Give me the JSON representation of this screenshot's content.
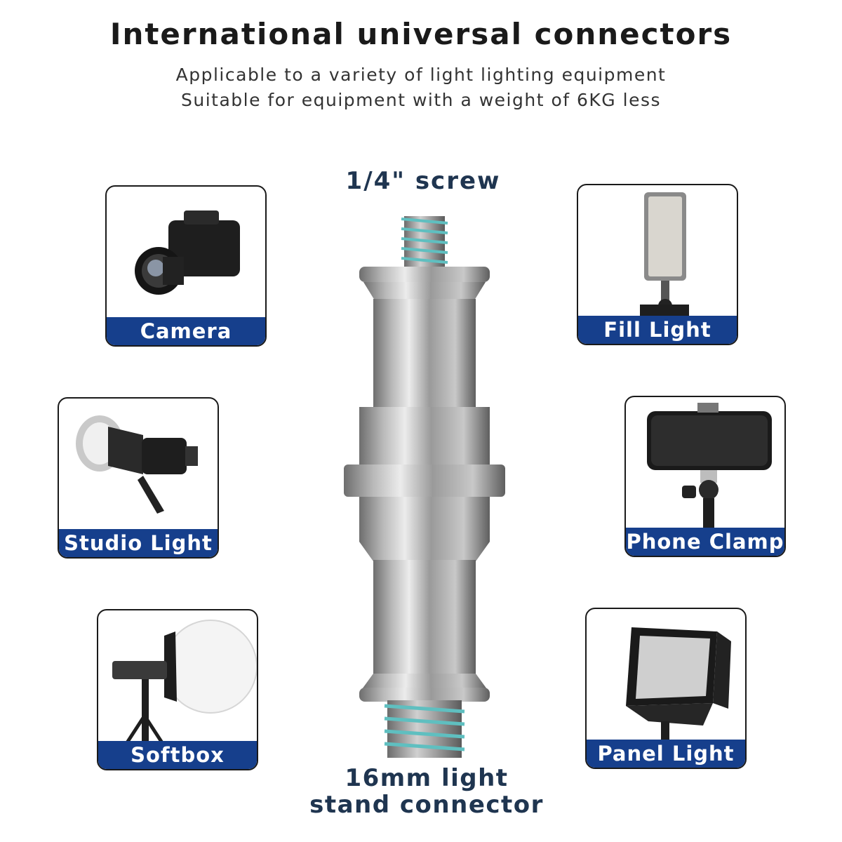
{
  "header": {
    "title": "International universal connectors",
    "subtitle_line1": "Applicable to a variety of light lighting equipment",
    "subtitle_line2": "Suitable for equipment with a weight of 6KG less"
  },
  "connector": {
    "top_label": "1/4\" screw",
    "bottom_label_line1": "16mm light",
    "bottom_label_line2": "stand connector"
  },
  "cards": {
    "camera": {
      "label": "Camera",
      "icon": "camera-icon"
    },
    "fill_light": {
      "label": "Fill Light",
      "icon": "fill-light-icon"
    },
    "studio_light": {
      "label": "Studio Light",
      "icon": "studio-light-icon"
    },
    "phone_clamp": {
      "label": "Phone Clamp",
      "icon": "phone-clamp-icon"
    },
    "softbox": {
      "label": "Softbox",
      "icon": "softbox-icon"
    },
    "panel_light": {
      "label": "Panel Light",
      "icon": "panel-light-icon"
    }
  },
  "colors": {
    "caption_bg": "#163f8c",
    "label_text": "#1f3550",
    "thread_accent": "#5fbfc0"
  }
}
